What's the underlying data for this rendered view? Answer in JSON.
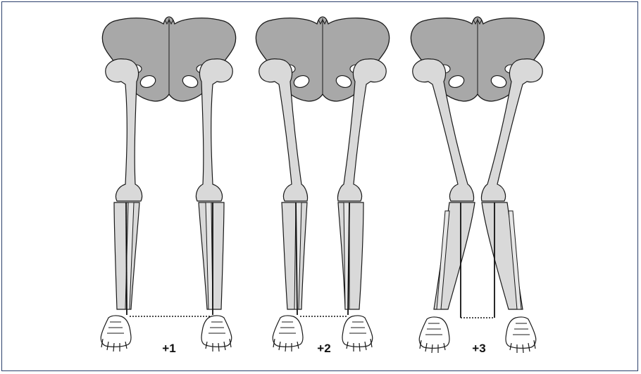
{
  "figure": {
    "panels": [
      {
        "label": "+1"
      },
      {
        "label": "+2"
      },
      {
        "label": "+3"
      }
    ],
    "colors": {
      "frame": "#2a3f6b",
      "pelvis_fill": "#a8a8a8",
      "bone_fill": "#d9d9d9",
      "outline": "#1a1a1a"
    }
  }
}
